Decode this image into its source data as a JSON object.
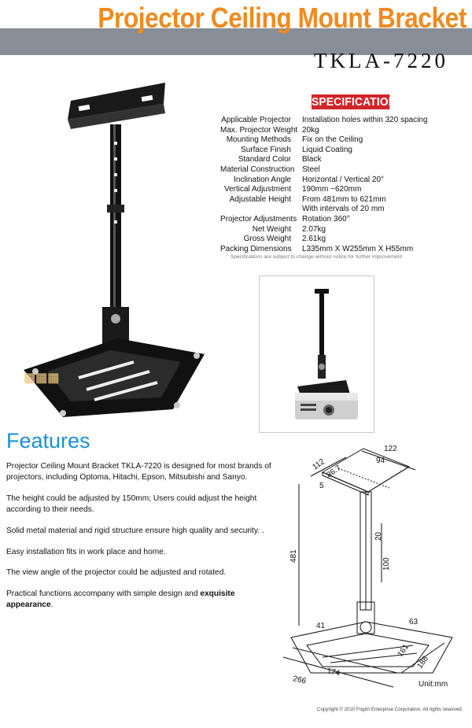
{
  "header": {
    "title": "Projector Ceiling Mount Bracket",
    "model": "TKLA-7220",
    "band_color": "#878e97",
    "title_color": "#f08a1f"
  },
  "specification": {
    "badge": "SPECIFICATION",
    "badge_color": "#d0262a",
    "rows": [
      {
        "label": "Applicable Projector",
        "value": "Installation holes within  320 spacing"
      },
      {
        "label": "Max. Projector  Weight",
        "value": "20kg"
      },
      {
        "label": "Mounting Methods",
        "value": "Fix on the Ceiling"
      },
      {
        "label": "Surface Finish",
        "value": "Liquid Coating"
      },
      {
        "label": "Standard Color",
        "value": "Black"
      },
      {
        "label": "Material Construction",
        "value": "Steel"
      },
      {
        "label": "Inclination Angle",
        "value": "Horizontal / Vertical 20°"
      },
      {
        "label": "Vertical Adjustment",
        "value": "190mm ~620mm"
      },
      {
        "label": "Adjustable Height",
        "value": "From 481mm to 621mm"
      },
      {
        "label": "",
        "value": "With intervals of 20 mm"
      },
      {
        "label": "Projector Adjustments",
        "value": "Rotation 360°"
      },
      {
        "label": "Net Weight",
        "value": "2.07kg"
      },
      {
        "label": "Gross Weight",
        "value": "2.61kg"
      },
      {
        "label": "Packing Dimensions",
        "value": "L335mm  X  W255mm  X  H55mm"
      }
    ],
    "note": "Specifications are subject to change without notice for further improvement."
  },
  "features": {
    "title": "Features",
    "title_color": "#1d8fd6",
    "items": [
      {
        "text": "Projector Ceiling Mount Bracket TKLA-7220 is designed for most brands of projectors, including Optoma, Hitachi, Epson, Mitsubishi and Sanyo."
      },
      {
        "text": "The height could be adjusted by 150mm; Users could adjust the height according to their needs."
      },
      {
        "text": "Solid metal material and rigid structure ensure high quality and security. ."
      },
      {
        "text": "Easy installation fits in work place and home."
      },
      {
        "text": "The view angle of the projector could be adjusted and rotated."
      },
      {
        "text": "Practical functions accompany with simple design and ",
        "bold": "exquisite appearance",
        "tail": "."
      }
    ]
  },
  "diagram": {
    "dimensions": [
      "122",
      "94",
      "112",
      "86.7",
      "5",
      "481",
      "20",
      "100",
      "41",
      "63",
      "174",
      "161",
      "188",
      "266"
    ],
    "unit": "Unit:mm"
  },
  "footer": {
    "copyright": "Copyright  ©  2010  Fogim Enterprise Corporation. All rights reserved."
  }
}
